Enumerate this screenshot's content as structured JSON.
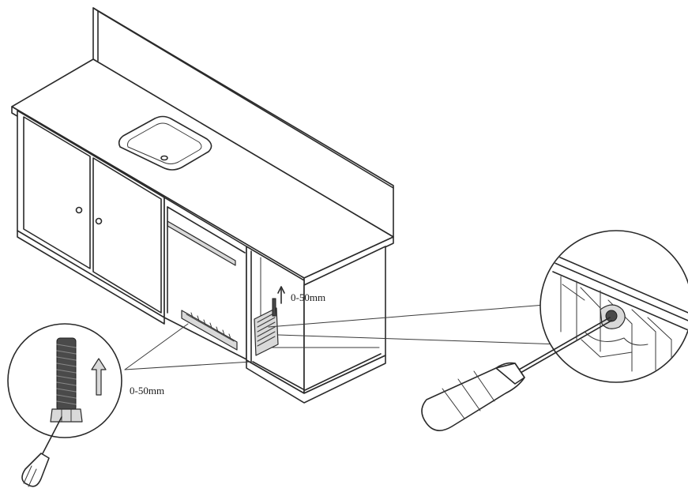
{
  "labels": {
    "cabinet_adjust_range": "0-50mm",
    "detail_adjust_range": "0-50mm"
  },
  "callouts": [
    {
      "id": "foot-adjust-detail",
      "depicts": "levelling-foot-bolt-with-screwdriver"
    },
    {
      "id": "rear-adjust-detail",
      "depicts": "rear-bracket-screw-with-screwdriver"
    }
  ],
  "colors": {
    "line": "#2a2a2a",
    "fill": "#ffffff",
    "shade": "#d9d9d9"
  }
}
